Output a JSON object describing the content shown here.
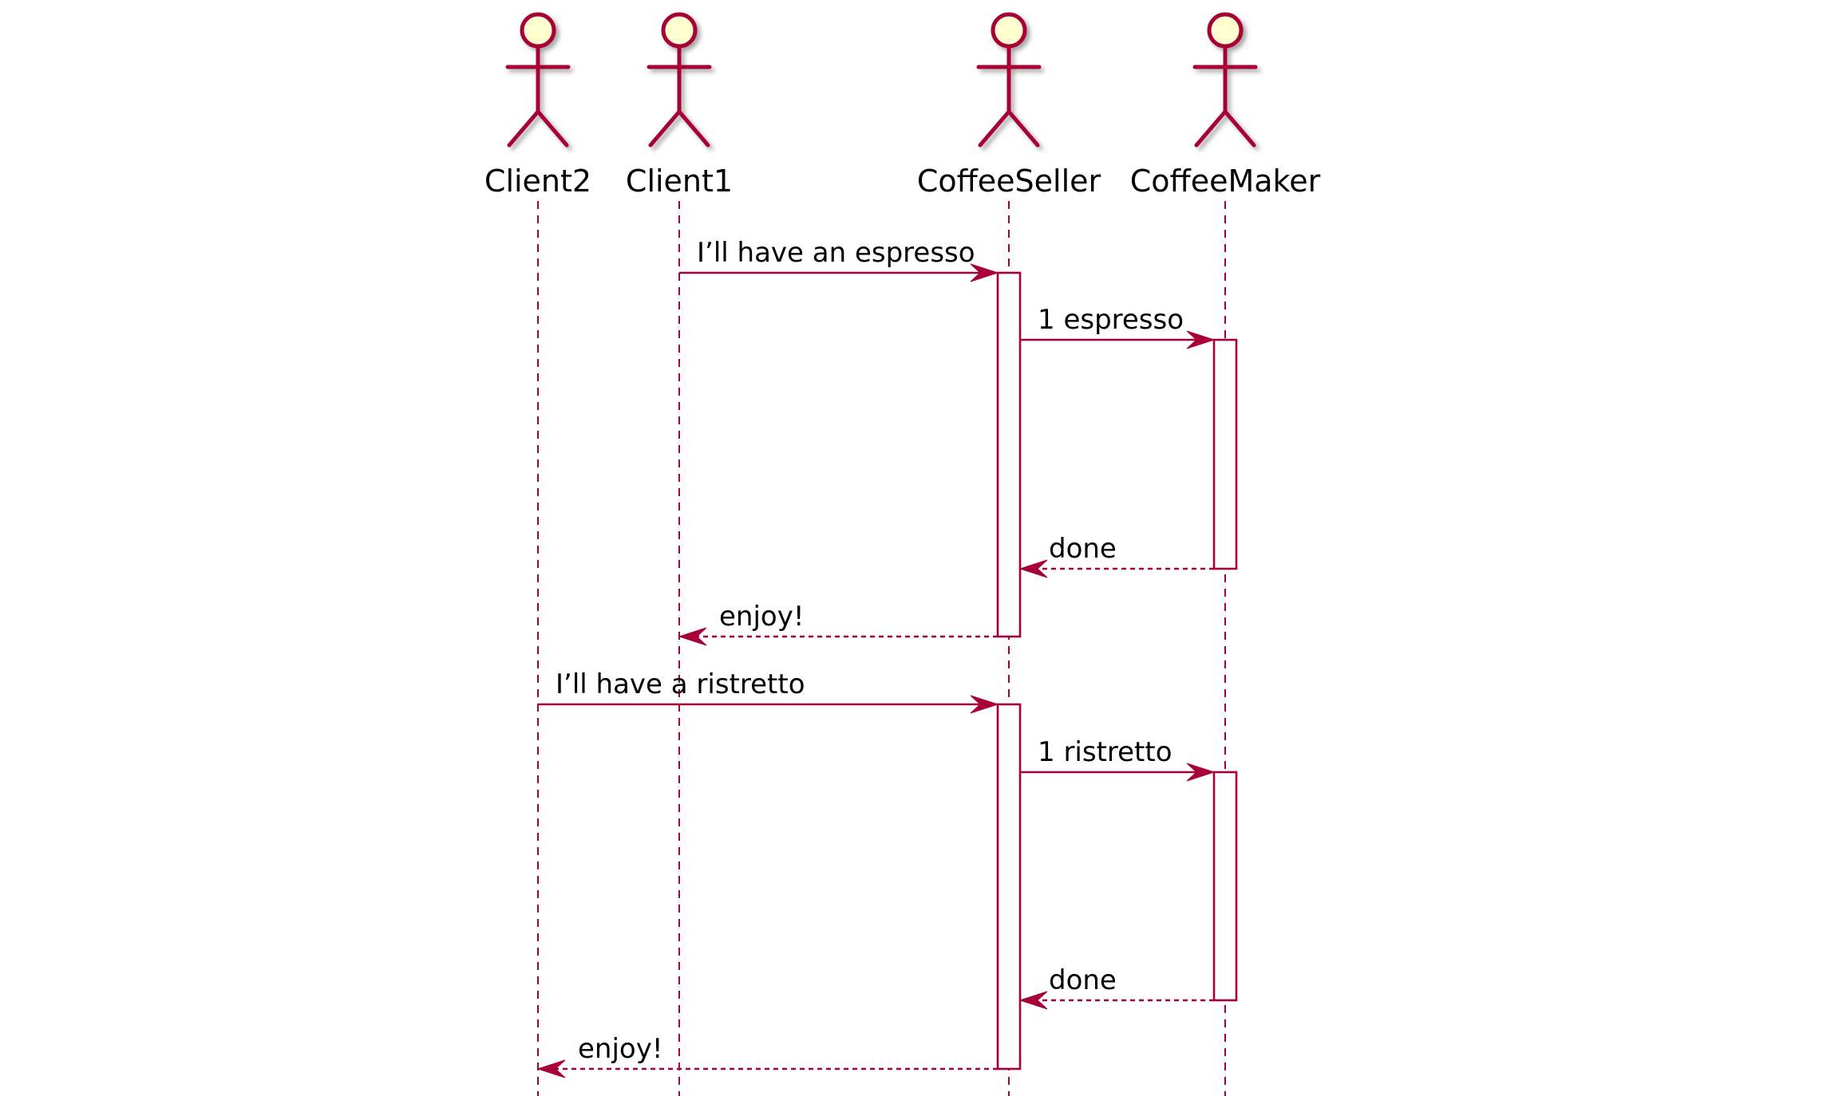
{
  "diagram_type": "sequence",
  "colors": {
    "line": "#A80036",
    "actor_fill": "#FEFECE",
    "background": "#FFFFFF",
    "text": "#000000"
  },
  "participants": [
    {
      "id": "client2",
      "name": "Client2",
      "type": "actor"
    },
    {
      "id": "client1",
      "name": "Client1",
      "type": "actor"
    },
    {
      "id": "coffeeseller",
      "name": "CoffeeSeller",
      "type": "actor"
    },
    {
      "id": "coffeemaker",
      "name": "CoffeeMaker",
      "type": "actor"
    }
  ],
  "messages": [
    {
      "from": "client1",
      "to": "coffeeseller",
      "label": "I’ll have an espresso",
      "style": "solid"
    },
    {
      "from": "coffeeseller",
      "to": "coffeemaker",
      "label": "1 espresso",
      "style": "solid"
    },
    {
      "from": "coffeemaker",
      "to": "coffeeseller",
      "label": "done",
      "style": "dashed"
    },
    {
      "from": "coffeeseller",
      "to": "client1",
      "label": "enjoy!",
      "style": "dashed"
    },
    {
      "from": "client2",
      "to": "coffeeseller",
      "label": "I’ll have a ristretto",
      "style": "solid"
    },
    {
      "from": "coffeeseller",
      "to": "coffeemaker",
      "label": "1 ristretto",
      "style": "solid"
    },
    {
      "from": "coffeemaker",
      "to": "coffeeseller",
      "label": "done",
      "style": "dashed"
    },
    {
      "from": "coffeeseller",
      "to": "client2",
      "label": "enjoy!",
      "style": "dashed"
    }
  ],
  "activations": [
    {
      "participant": "coffeeseller",
      "from_message": 0,
      "to_message": 3
    },
    {
      "participant": "coffeemaker",
      "from_message": 1,
      "to_message": 2
    },
    {
      "participant": "coffeeseller",
      "from_message": 4,
      "to_message": 7
    },
    {
      "participant": "coffeemaker",
      "from_message": 5,
      "to_message": 6
    }
  ]
}
